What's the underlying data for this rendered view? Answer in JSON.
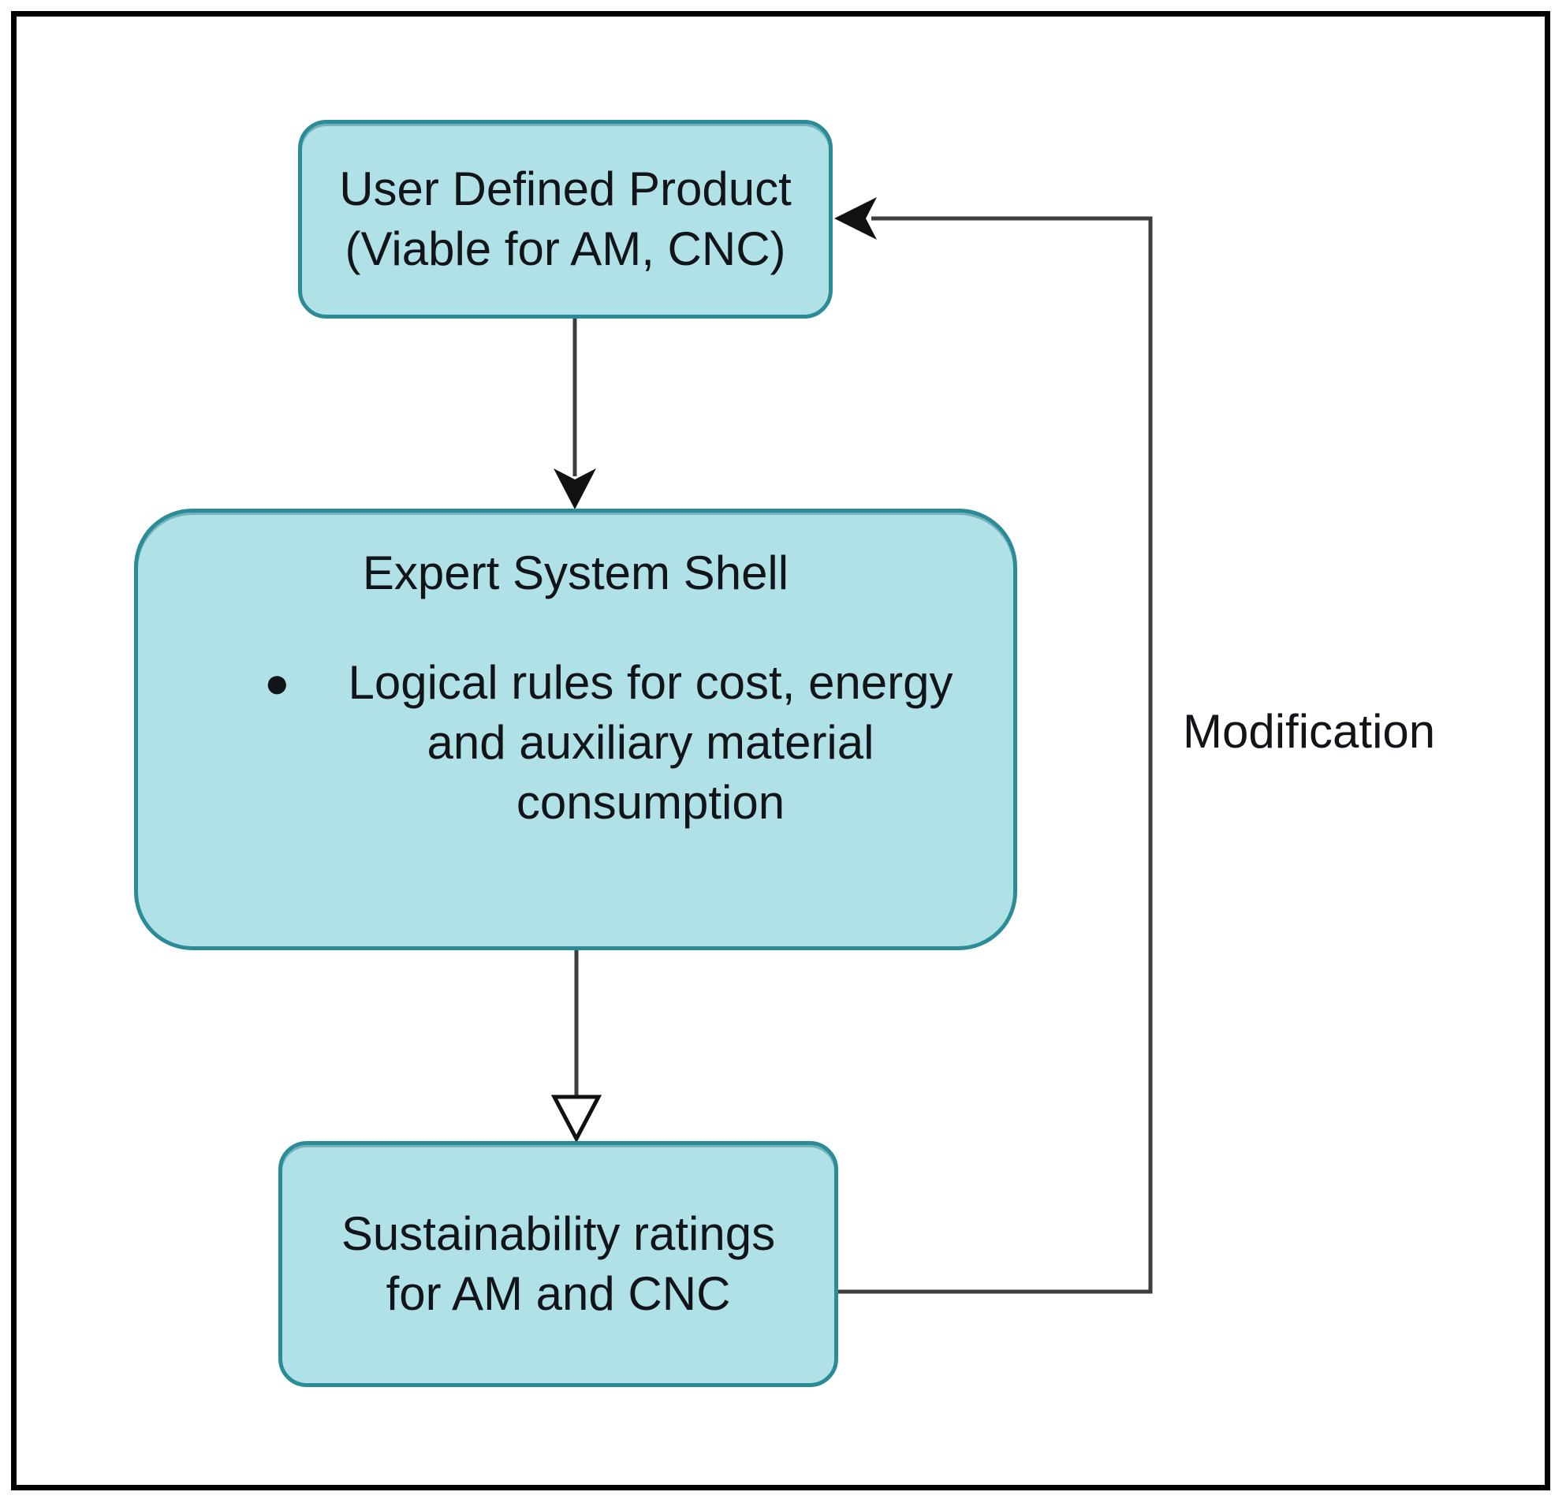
{
  "figure": {
    "type": "flowchart",
    "nodes": {
      "user_defined_product": {
        "lines": [
          "User Defined Product",
          "(Viable for AM, CNC)"
        ]
      },
      "expert_system_shell": {
        "title": "Expert System Shell",
        "bullet_glyph": "●",
        "bullet_lines": [
          "Logical rules for cost, energy",
          "and auxiliary material",
          "consumption"
        ]
      },
      "sustainability_ratings": {
        "lines": [
          "Sustainability ratings",
          "for AM and CNC"
        ]
      }
    },
    "edges": {
      "user_to_expert": {
        "style": "solid-arrow"
      },
      "expert_to_sustain": {
        "style": "hollow-arrow"
      },
      "sustain_to_user": {
        "style": "elbow-solid-arrow",
        "label": "Modification"
      }
    },
    "colors": {
      "node_fill": "#b0e1e6",
      "node_border": "#2b8c97",
      "connector": "#3d3d3d",
      "arrowhead": "#111111",
      "text": "#111418",
      "frame": "#000000",
      "background": "#ffffff"
    }
  }
}
